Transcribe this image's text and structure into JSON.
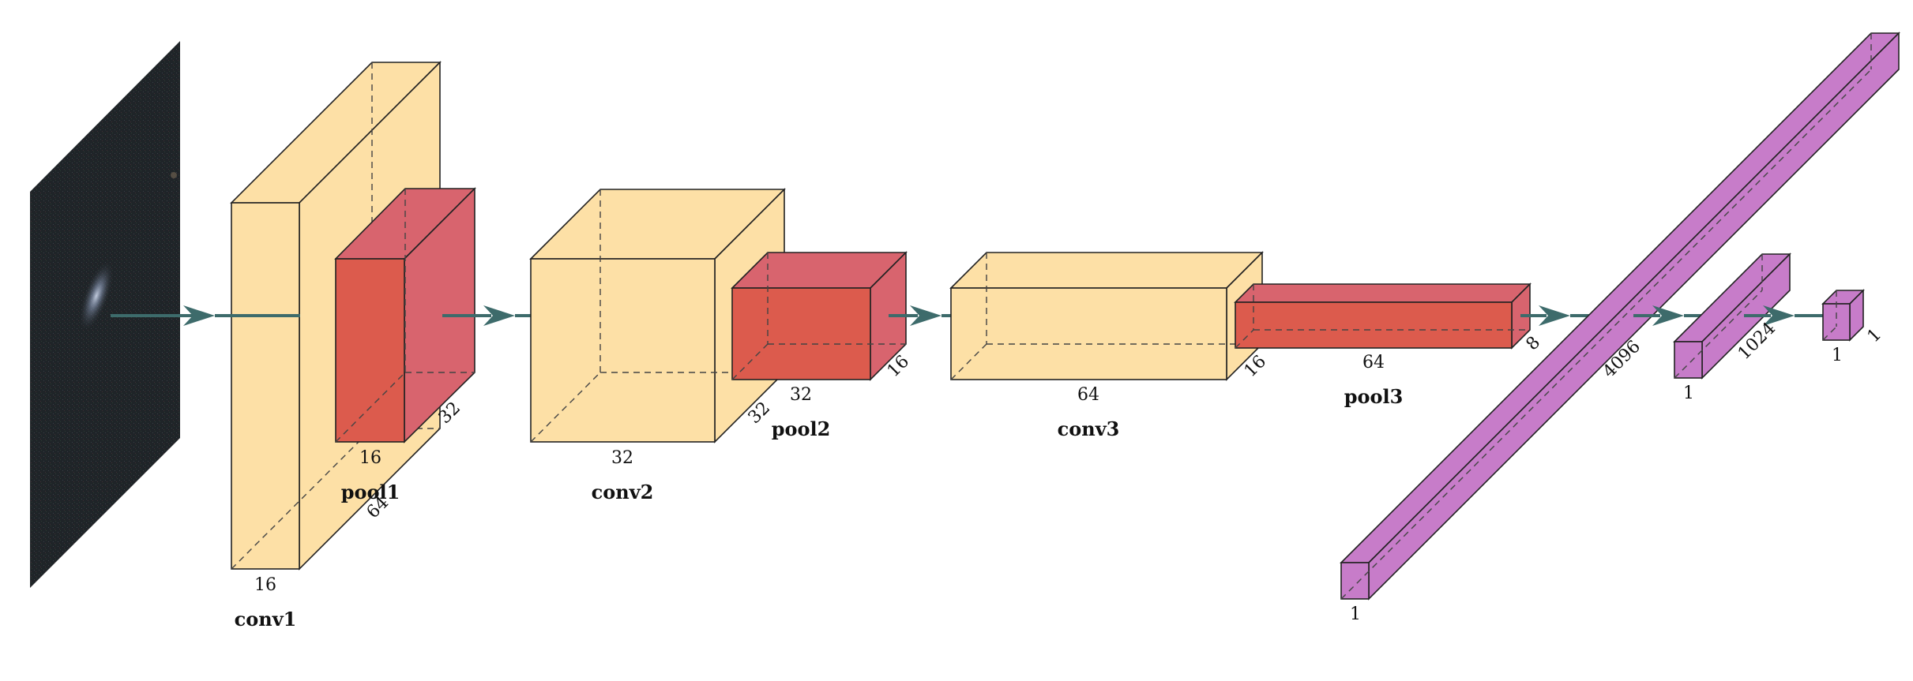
{
  "colors": {
    "conv": "#fde0a6",
    "pool_front": "#dc5b4d",
    "pool_side": "#d8646e",
    "dense": "#c77cc9",
    "arrow": "#3d6b6b",
    "image_bg": "#1f2428"
  },
  "input": {
    "description_icon": "galaxy-image"
  },
  "layers": {
    "conv1": {
      "label": "conv1",
      "w": "16",
      "d": "64"
    },
    "pool1": {
      "label": "pool1",
      "w": "16",
      "d": "32"
    },
    "conv2": {
      "label": "conv2",
      "w": "32",
      "d": "32"
    },
    "pool2": {
      "label": "pool2",
      "w": "32",
      "d": "16"
    },
    "conv3": {
      "label": "conv3",
      "w": "64",
      "d": "16"
    },
    "pool3": {
      "label": "pool3",
      "w": "64",
      "d": "8"
    },
    "fc1": {
      "w": "1",
      "d": "4096"
    },
    "fc2": {
      "w": "1",
      "d": "1024"
    },
    "fc3": {
      "w": "1",
      "d": "1"
    }
  }
}
